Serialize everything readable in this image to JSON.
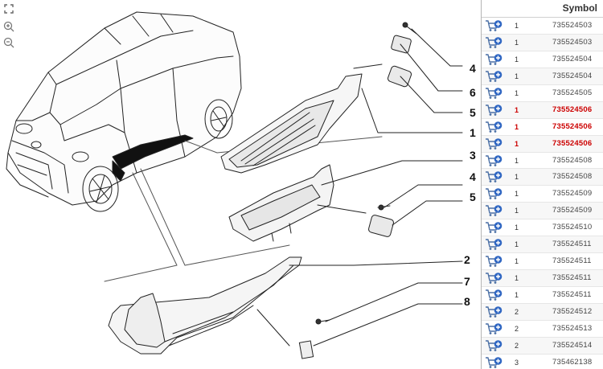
{
  "toolbar": {
    "tools": [
      {
        "icon": "fullscreen-icon"
      },
      {
        "icon": "zoom-in-icon"
      },
      {
        "icon": "zoom-out-icon"
      }
    ]
  },
  "callouts": [
    "4",
    "6",
    "5",
    "1",
    "3",
    "4",
    "5",
    "2",
    "7",
    "8"
  ],
  "parts_table": {
    "header": "Symbol",
    "highlight_color": "#cc0000",
    "rows": [
      {
        "qty": "1",
        "number": "735524503",
        "highlight": false
      },
      {
        "qty": "1",
        "number": "735524503",
        "highlight": false
      },
      {
        "qty": "1",
        "number": "735524504",
        "highlight": false
      },
      {
        "qty": "1",
        "number": "735524504",
        "highlight": false
      },
      {
        "qty": "1",
        "number": "735524505",
        "highlight": false
      },
      {
        "qty": "1",
        "number": "735524506",
        "highlight": true
      },
      {
        "qty": "1",
        "number": "735524506",
        "highlight": true
      },
      {
        "qty": "1",
        "number": "735524506",
        "highlight": true
      },
      {
        "qty": "1",
        "number": "735524508",
        "highlight": false
      },
      {
        "qty": "1",
        "number": "735524508",
        "highlight": false
      },
      {
        "qty": "1",
        "number": "735524509",
        "highlight": false
      },
      {
        "qty": "1",
        "number": "735524509",
        "highlight": false
      },
      {
        "qty": "1",
        "number": "735524510",
        "highlight": false
      },
      {
        "qty": "1",
        "number": "735524511",
        "highlight": false
      },
      {
        "qty": "1",
        "number": "735524511",
        "highlight": false
      },
      {
        "qty": "1",
        "number": "735524511",
        "highlight": false
      },
      {
        "qty": "1",
        "number": "735524511",
        "highlight": false
      },
      {
        "qty": "2",
        "number": "735524512",
        "highlight": false
      },
      {
        "qty": "2",
        "number": "735524513",
        "highlight": false
      },
      {
        "qty": "2",
        "number": "735524514",
        "highlight": false
      },
      {
        "qty": "3",
        "number": "735462138",
        "highlight": false
      }
    ]
  }
}
